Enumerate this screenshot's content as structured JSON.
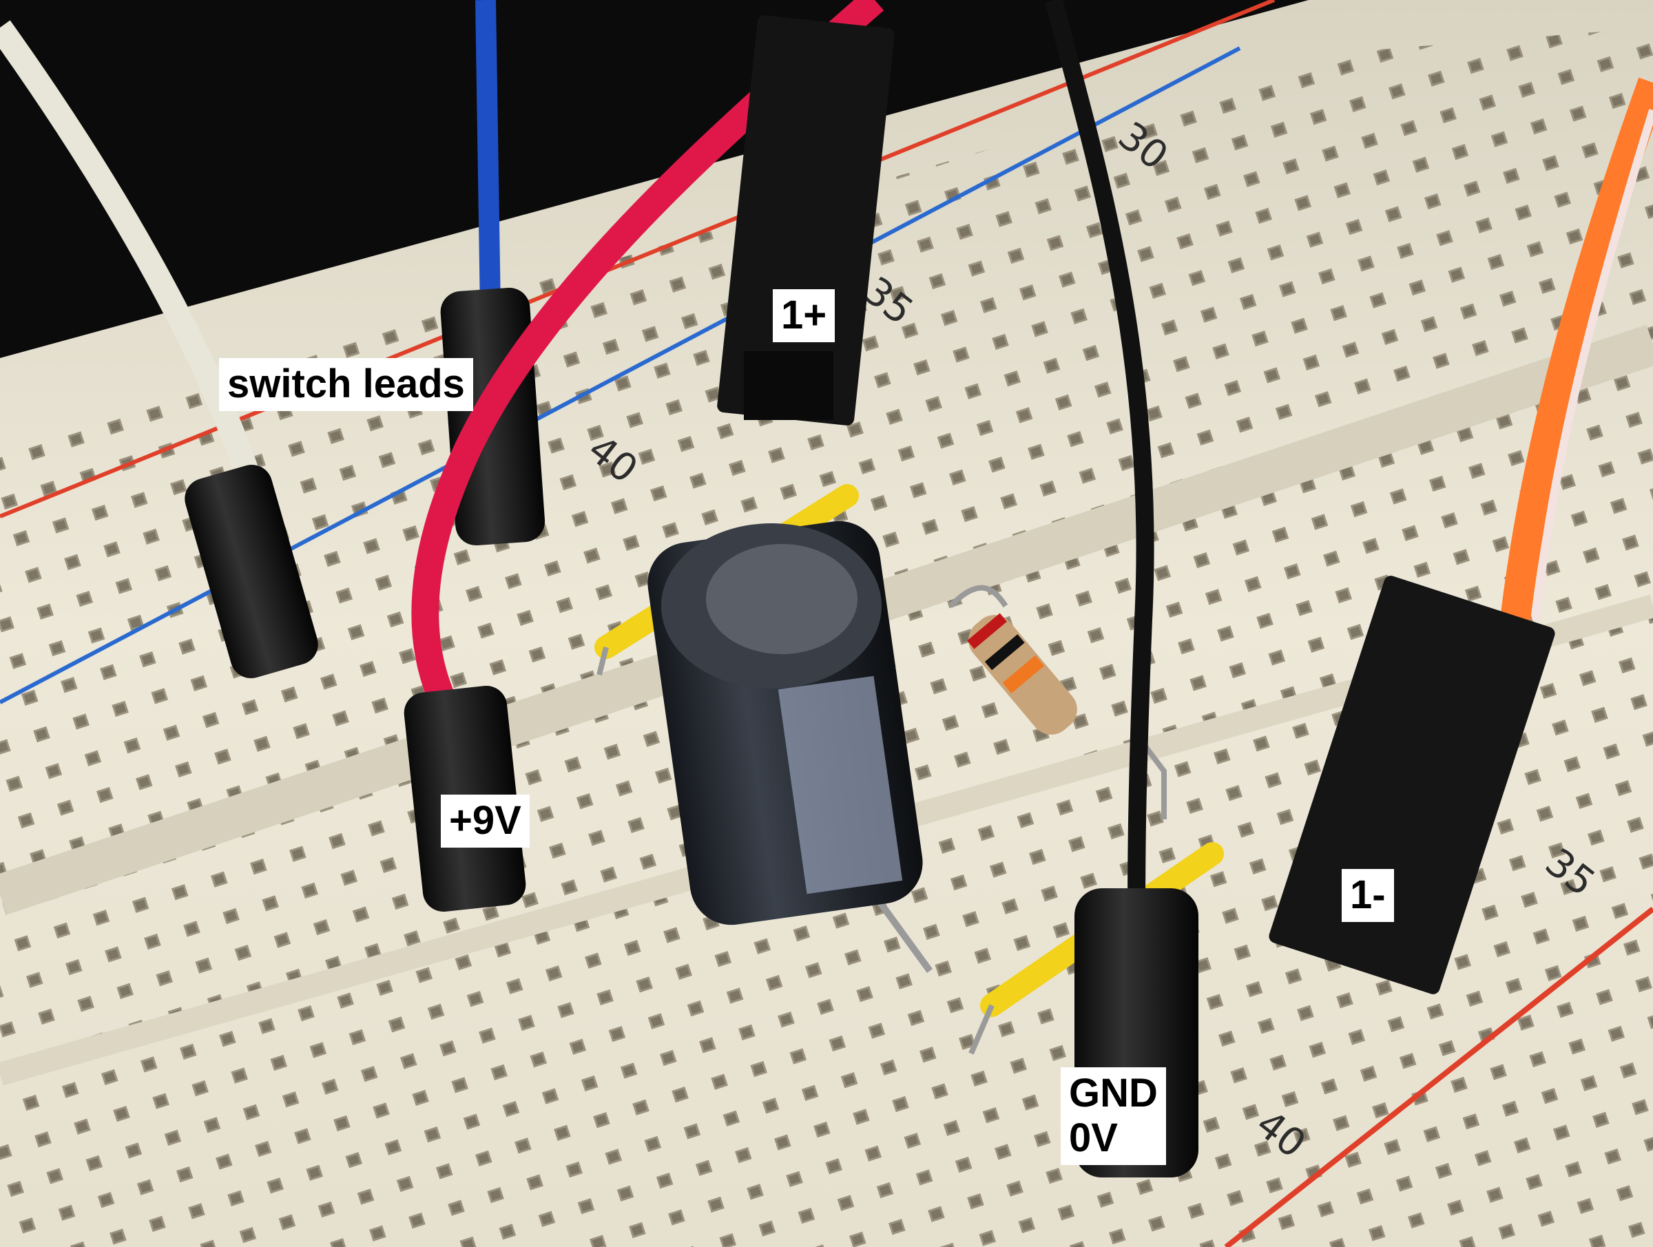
{
  "labels": {
    "switch_leads": "switch leads",
    "one_plus": "1+",
    "plus_9v": "+9V",
    "one_minus": "1-",
    "gnd_0v": "GND\n0V"
  },
  "breadboard_numbers": {
    "top_35": "35",
    "top_40": "40",
    "top_30": "30",
    "right_35": "35",
    "bottom_40": "40"
  },
  "colors": {
    "board": "#ece6d4",
    "rail_red": "#e0402a",
    "rail_blue": "#2a6ad0",
    "wire_white": "#e8e6d8",
    "wire_blue": "#1f4fc4",
    "wire_red": "#e0184a",
    "wire_black": "#111111",
    "wire_orange": "#ff7a2a",
    "capacitor": "#2b2f36",
    "jumper_yellow": "#f2d21a"
  }
}
